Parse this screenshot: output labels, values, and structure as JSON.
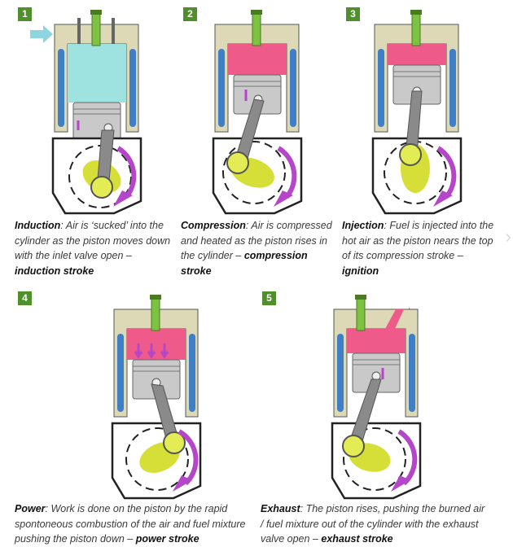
{
  "steps": [
    {
      "number": "1",
      "title": "Induction",
      "text": ": Air is ‘sucked’ into the cylinder as the piston moves down with the inlet valve open –",
      "stroke": "induction stroke"
    },
    {
      "number": "2",
      "title": "Compression",
      "text": ": Air is compressed and heated as the piston rises in the cylinder –",
      "stroke": "compression stroke"
    },
    {
      "number": "3",
      "title": "Injection",
      "text": ": Fuel is injected into the hot air as the piston nears the top of its compression stroke –",
      "stroke": "ignition"
    },
    {
      "number": "4",
      "title": "Power",
      "text": ": Work is done on the piston by the rapid spontoneous combustion of the air and fuel mixture pushing the piston down –",
      "stroke": "power stroke"
    },
    {
      "number": "5",
      "title": "Exhaust",
      "text": ": The piston rises, pushing the burned air / fuel mixture out of the cylinder with the exhaust valve open –",
      "stroke": "exhaust stroke"
    }
  ],
  "colors": {
    "badge": "#4f8f2c",
    "air": "#9fe3e0",
    "compressed": "#ee5b8a",
    "crank": "#d6df38",
    "arrow": "#b545c9",
    "cylinder_wall": "#ddd9b6",
    "coolant": "#3e7fc7",
    "exhaust_arrow": "#ee5b8a",
    "inlet_arrow": "#8fd5e0"
  },
  "icons": {
    "next": "chevron-right-icon"
  }
}
